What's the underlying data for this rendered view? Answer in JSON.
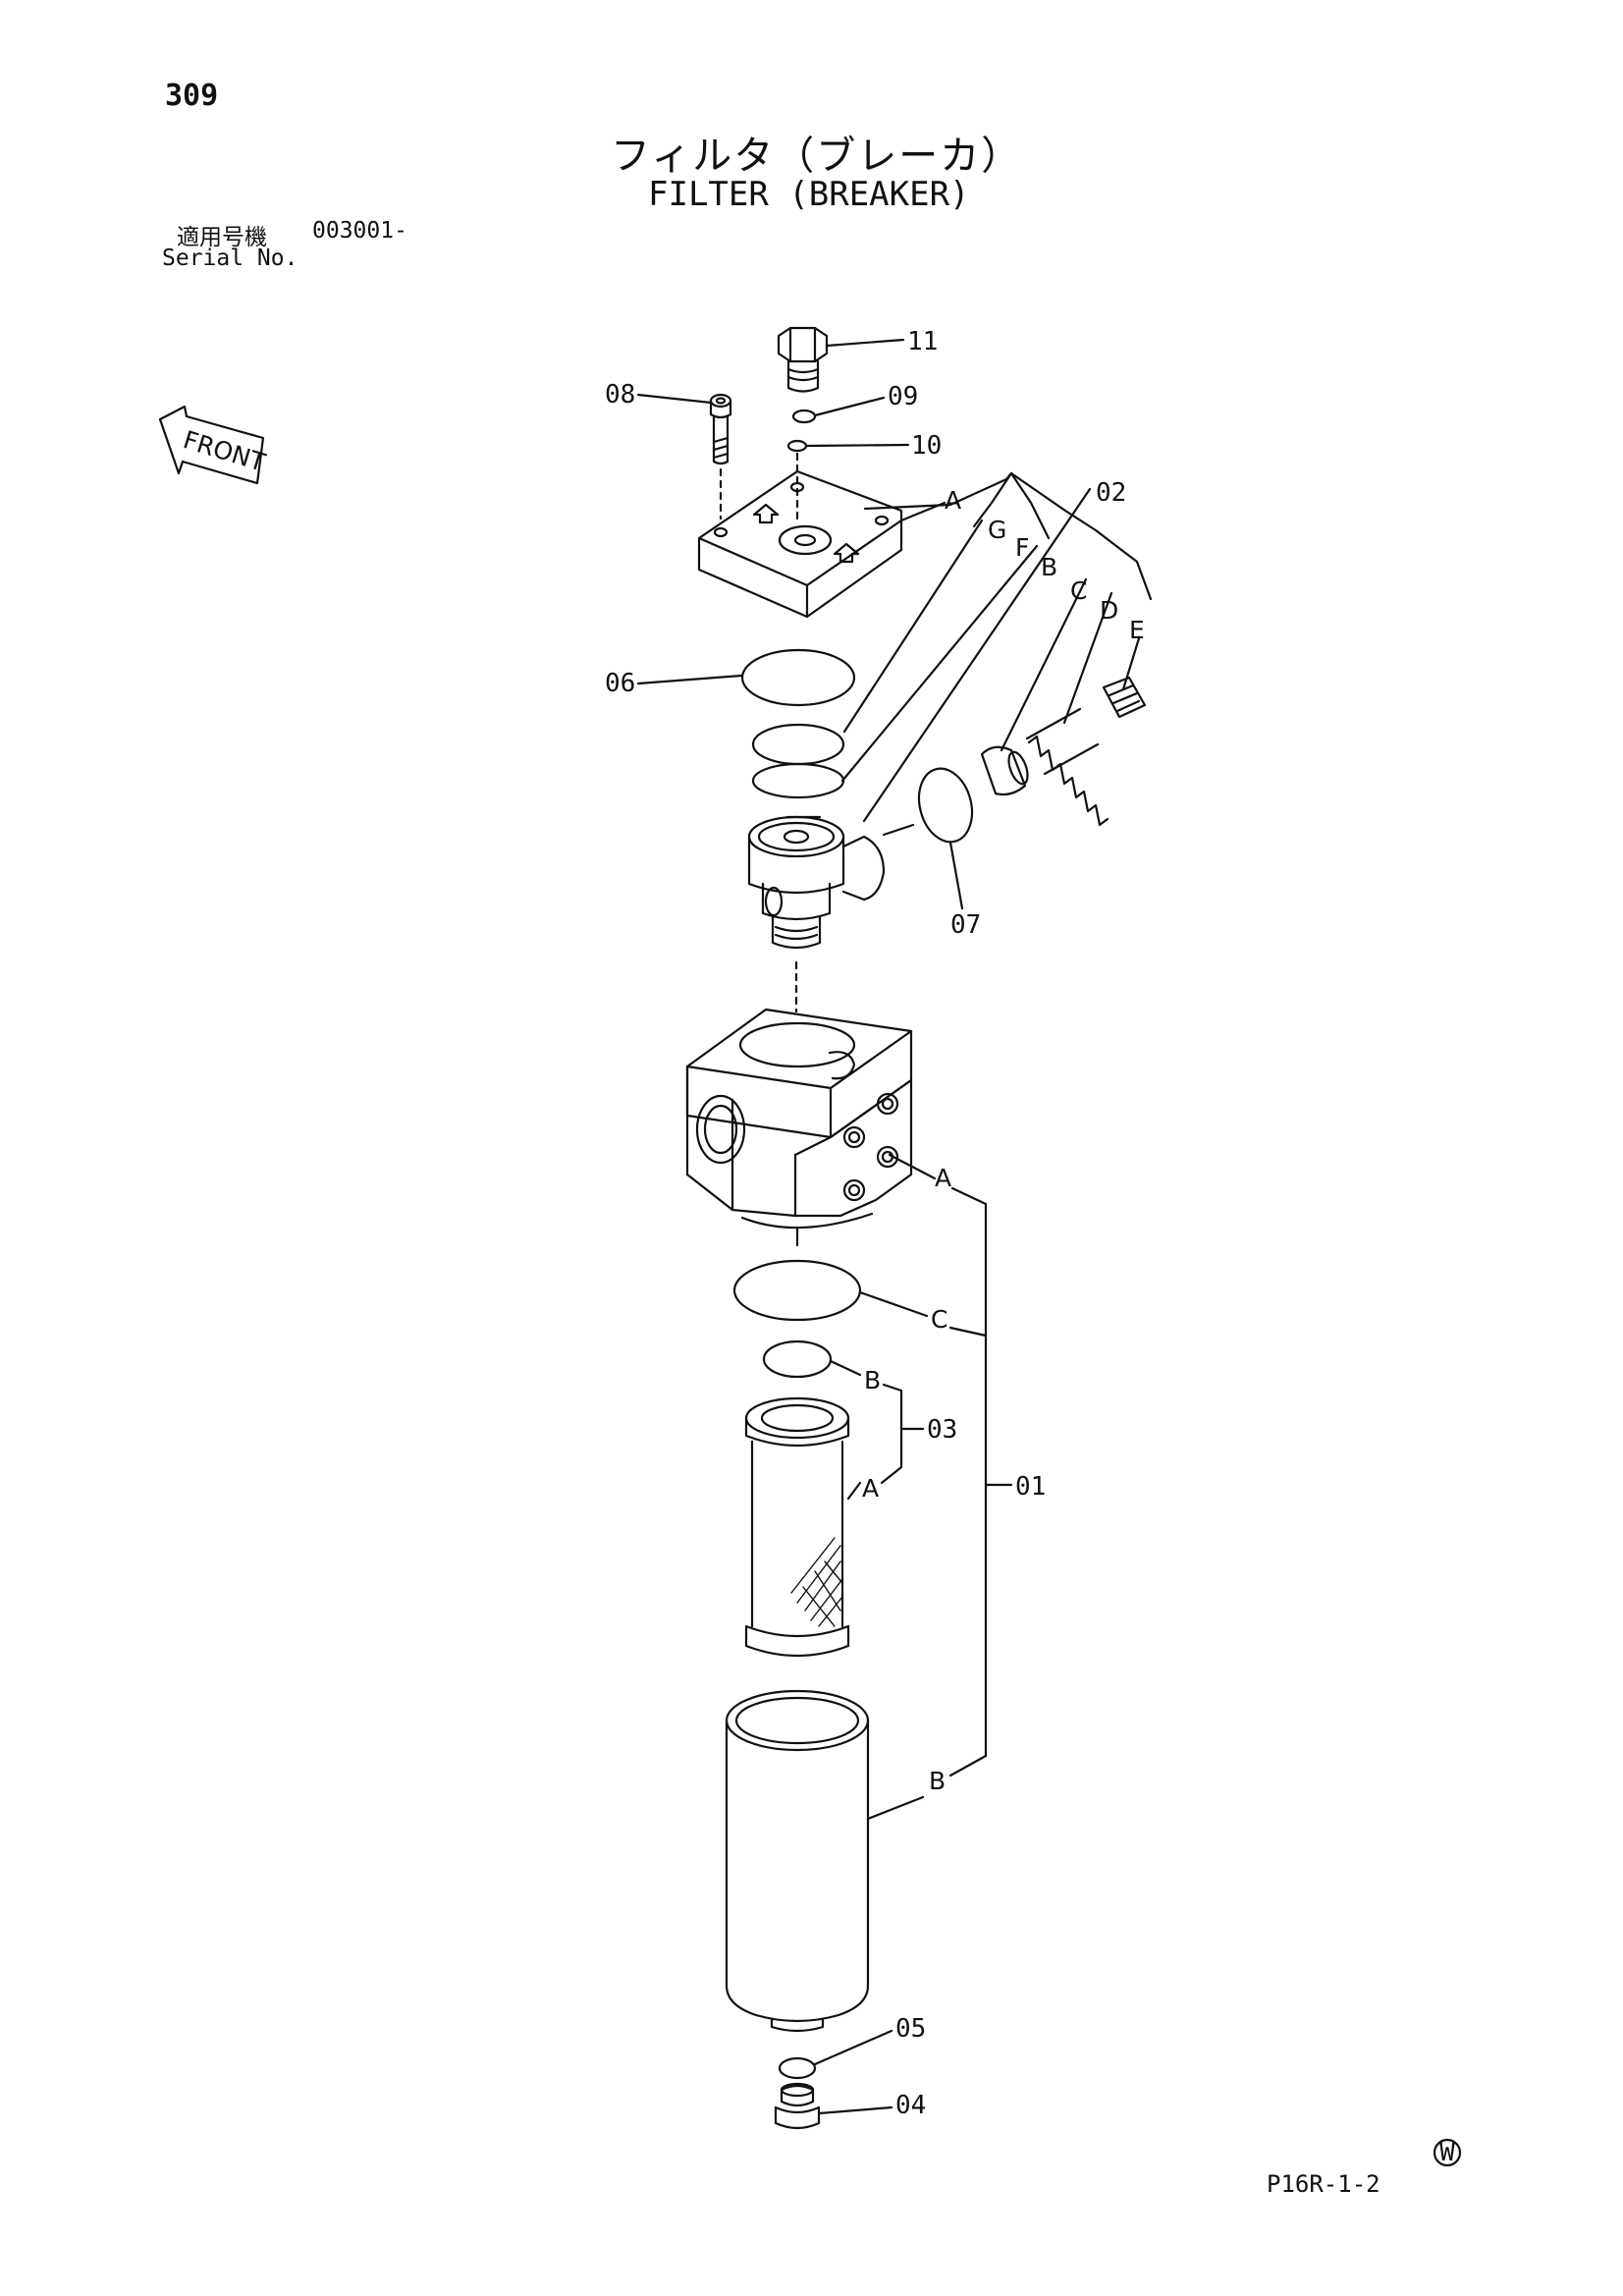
{
  "header": {
    "page_number": "309",
    "title_jp": "フィルタ（ブレーカ）",
    "title_en": "FILTER (BREAKER)",
    "serial_label_jp": "適用号機",
    "serial_value": "003001-",
    "serial_label_en": "Serial No."
  },
  "front_arrow": {
    "label": "FRONT"
  },
  "callouts": {
    "p01": "01",
    "p02": "02",
    "p03": "03",
    "p04": "04",
    "p05": "05",
    "p06": "06",
    "p07": "07",
    "p08": "08",
    "p09": "09",
    "p10": "10",
    "p11": "11"
  },
  "sub_letters": {
    "top_A": "A",
    "top_G": "G",
    "top_F": "F",
    "top_B": "B",
    "top_C": "C",
    "top_D": "D",
    "top_E": "E",
    "mid_A": "A",
    "mid_C": "C",
    "mid_B": "B",
    "elem_B": "B",
    "elem_A": "A",
    "bowl_B": "B"
  },
  "footer": {
    "copyright_mark": "W",
    "page_code": "P16R-1-2"
  }
}
